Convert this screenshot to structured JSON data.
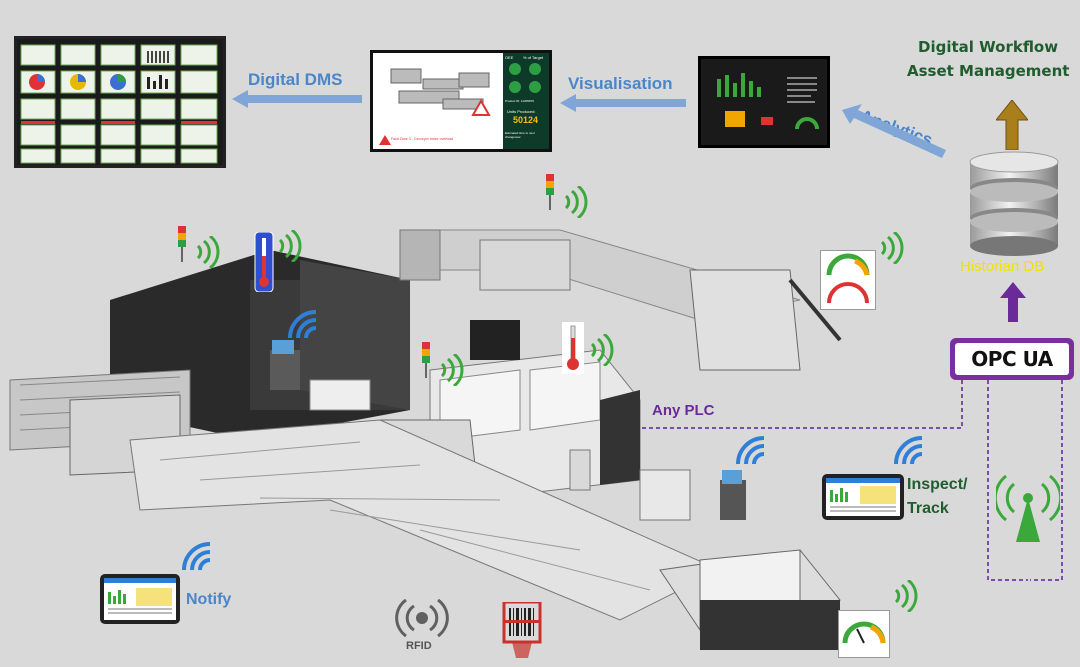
{
  "labels": {
    "digital_dms": "Digital DMS",
    "visualisation": "Visualisation",
    "analytics": "Analytics",
    "digital_workflow_line1": "Digital Workflow",
    "digital_workflow_line2": "Asset Management",
    "historian_db": "Historian DB",
    "opc_ua": "OPC UA",
    "any_plc": "Any PLC",
    "inspect_track_line1": "Inspect/",
    "inspect_track_line2": "Track",
    "notify": "Notify",
    "rfid": "RFID"
  },
  "visualisation_screen": {
    "panel_title_1": "OEE",
    "panel_title_2": "% of Target",
    "product_id": "Product ID: 11305879",
    "units_label": "Units Produced:",
    "units_value": "50124",
    "alert_text": "Fault Zone 3 - Conveyor motor overload",
    "tip_text": "Estimated time to next changeover"
  },
  "colors": {
    "background": "#d9d9d9",
    "arrow_blue": "#7fa6d6",
    "arrow_gold": "#a87f1a",
    "arrow_purple": "#6a2a9a",
    "signal_green": "#3aa83a",
    "wifi_blue": "#2f7fd9",
    "opc_border": "#7a2fa0",
    "historian_text": "#f2e200",
    "rfid_grey": "#606060",
    "barcode_red": "#c8322b"
  }
}
